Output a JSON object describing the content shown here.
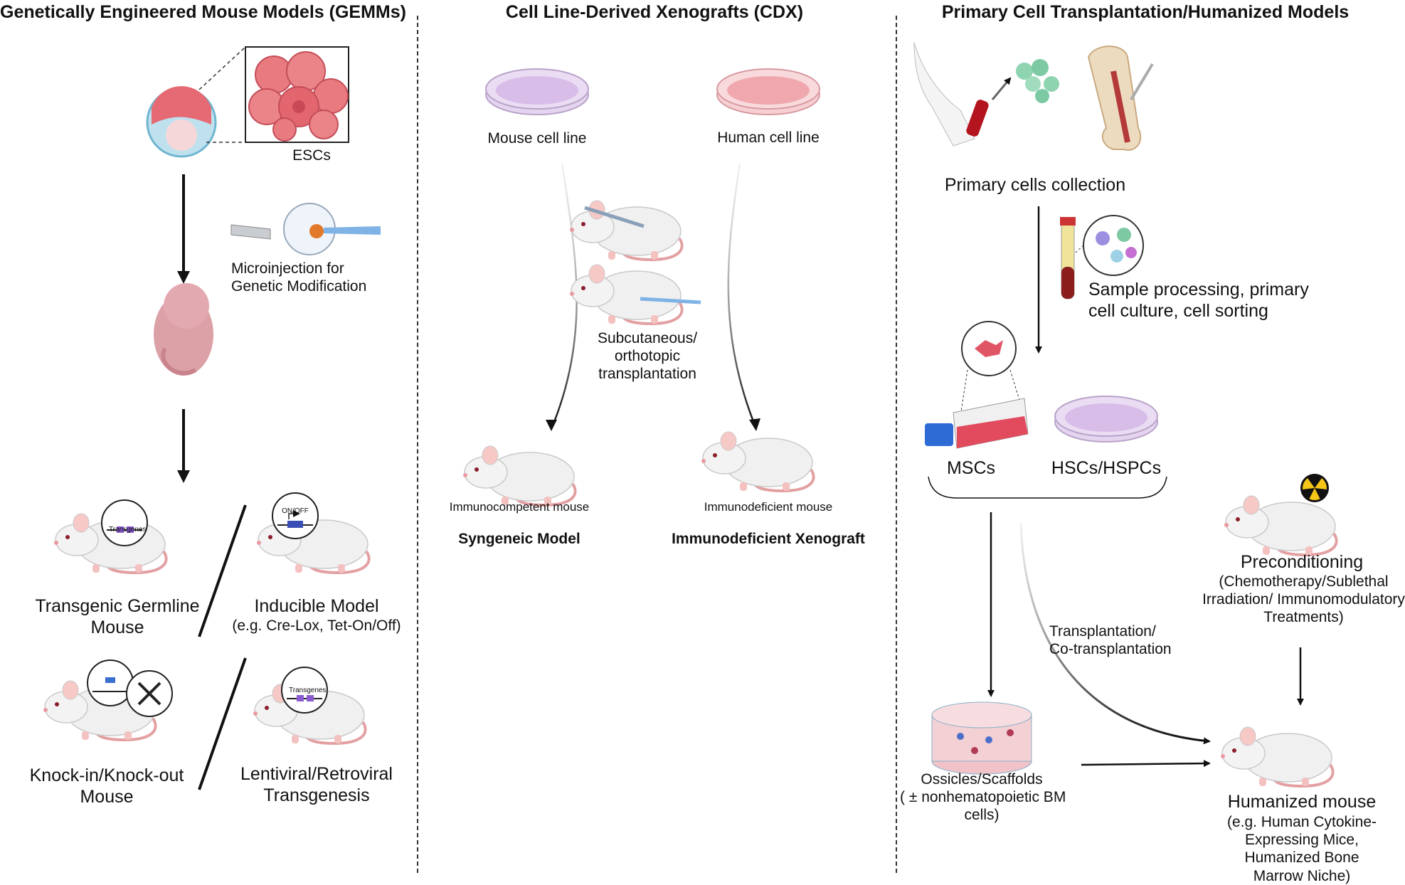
{
  "panels": {
    "gemm": {
      "title": "Genetically Engineered Mouse Models (GEMMs)",
      "escs": "ESCs",
      "microinjection": [
        "Microinjection for",
        "Genetic Modification"
      ],
      "transgenes_badge": "Transgenes",
      "onoff_badge": "ON/OFF",
      "transgenic": [
        "Transgenic Germline",
        "Mouse"
      ],
      "inducible": [
        "Inducible Model",
        "(e.g. Cre-Lox, Tet-On/Off)"
      ],
      "knock": [
        "Knock-in/Knock-out",
        "Mouse"
      ],
      "lentiviral": [
        "Lentiviral/Retroviral",
        "Transgenesis"
      ],
      "transgenes_badge2": "Transgenes"
    },
    "cdx": {
      "title": "Cell Line-Derived Xenografts (CDX)",
      "mouse_cell_line": "Mouse cell line",
      "human_cell_line": "Human cell line",
      "transplantation": [
        "Subcutaneous/",
        "orthotopic",
        "transplantation"
      ],
      "immunocompetent": "Immunocompetent mouse",
      "immunodeficient": "Immunodeficient mouse",
      "syngeneic": "Syngeneic Model",
      "xenograft": "Immunodeficient Xenograft"
    },
    "primary": {
      "title": "Primary Cell Transplantation/Humanized Models",
      "collection": "Primary cells collection",
      "processing": [
        "Sample processing, primary",
        "cell culture, cell sorting"
      ],
      "mscs": "MSCs",
      "hscs": "HSCs/HSPCs",
      "preconditioning": "Preconditioning",
      "precond_detail": [
        "(Chemotherapy/Sublethal",
        "Irradiation/ Immunomodulatory",
        "Treatments)"
      ],
      "transplant": [
        "Transplantation/",
        "Co-transplantation"
      ],
      "ossicles": [
        "Ossicles/Scaffolds",
        "( ± nonhematopoietic BM",
        "cells)"
      ],
      "humanized": "Humanized mouse",
      "humanized_detail": [
        "(e.g. Human Cytokine-",
        "Expressing Mice,",
        "Humanized Bone",
        "Marrow Niche)"
      ]
    }
  },
  "colors": {
    "cell_red": "#e4707a",
    "dish_purple": "#c8a6e0",
    "dish_red": "#f2a3a8",
    "mouse_body": "#efefef",
    "mouse_tail": "#e3a0a2"
  }
}
